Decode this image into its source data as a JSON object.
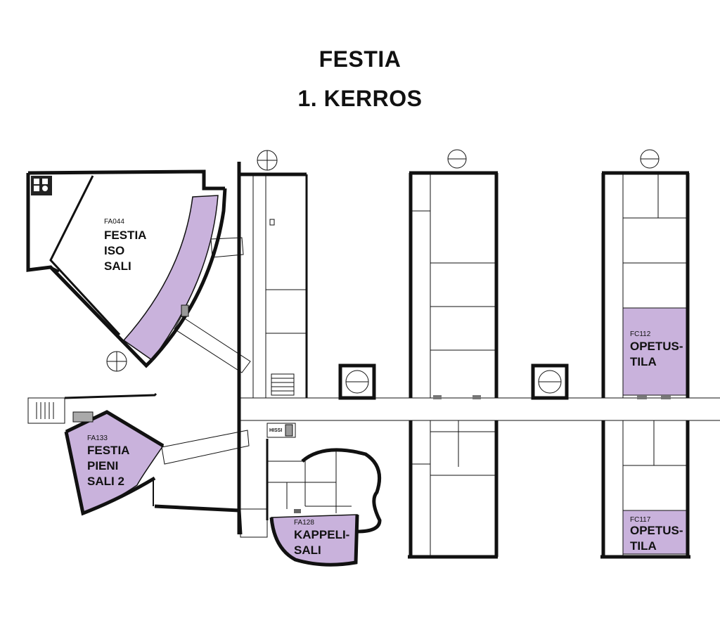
{
  "title": {
    "line1": "FESTIA",
    "line2": "1. KERROS"
  },
  "highlight_color": "#c9b2dc",
  "rooms": [
    {
      "code": "FA044",
      "name_lines": [
        "FESTIA",
        "ISO",
        "SALI"
      ]
    },
    {
      "code": "FA133",
      "name_lines": [
        "FESTIA",
        "PIENI",
        "SALI 2"
      ]
    },
    {
      "code": "FA128",
      "name_lines": [
        "KAPPELI-",
        "SALI"
      ]
    },
    {
      "code": "FC112",
      "name_lines": [
        "OPETUS-",
        "TILA"
      ]
    },
    {
      "code": "FC117",
      "name_lines": [
        "OPETUS-",
        "TILA"
      ]
    }
  ],
  "labels": {
    "elevator": "HISSI"
  }
}
